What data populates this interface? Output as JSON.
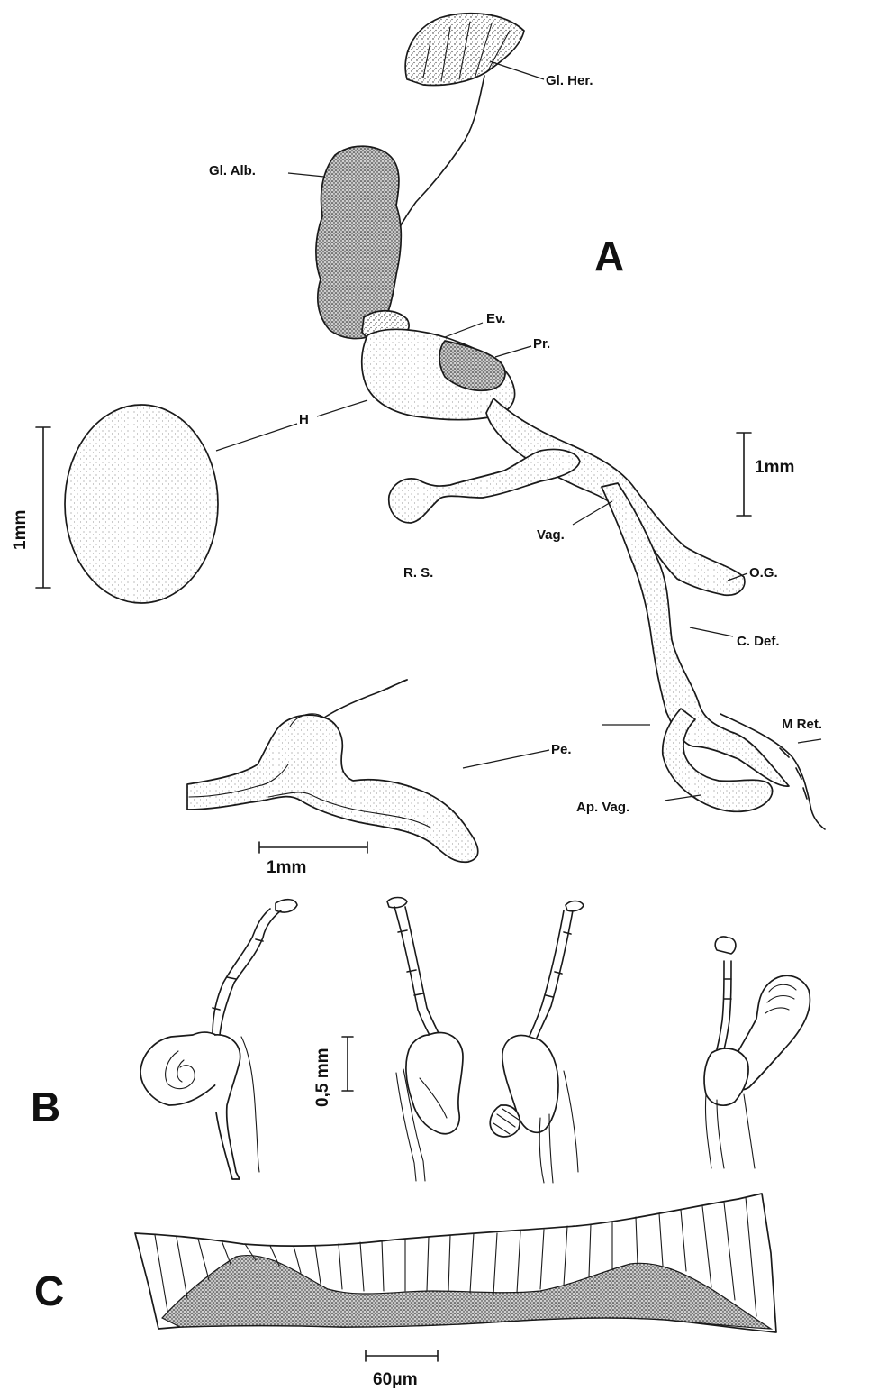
{
  "panels": {
    "a": "A",
    "b": "B",
    "c": "C"
  },
  "labels": {
    "gl_her": "Gl. Her.",
    "gl_alb": "Gl. Alb.",
    "ev": "Ev.",
    "pr": "Pr.",
    "h": "H",
    "rs": "R. S.",
    "vag": "Vag.",
    "og": "O.G.",
    "c_def": "C. Def.",
    "pe": "Pe.",
    "m_ret": "M Ret.",
    "ap_vag": "Ap. Vag."
  },
  "scale_bars": {
    "egg": "1mm",
    "system": "1mm",
    "penis": "1mm",
    "b": "0,5 mm",
    "c": "60μm"
  },
  "colors": {
    "ink": "#1a1a1a",
    "background": "#ffffff"
  }
}
